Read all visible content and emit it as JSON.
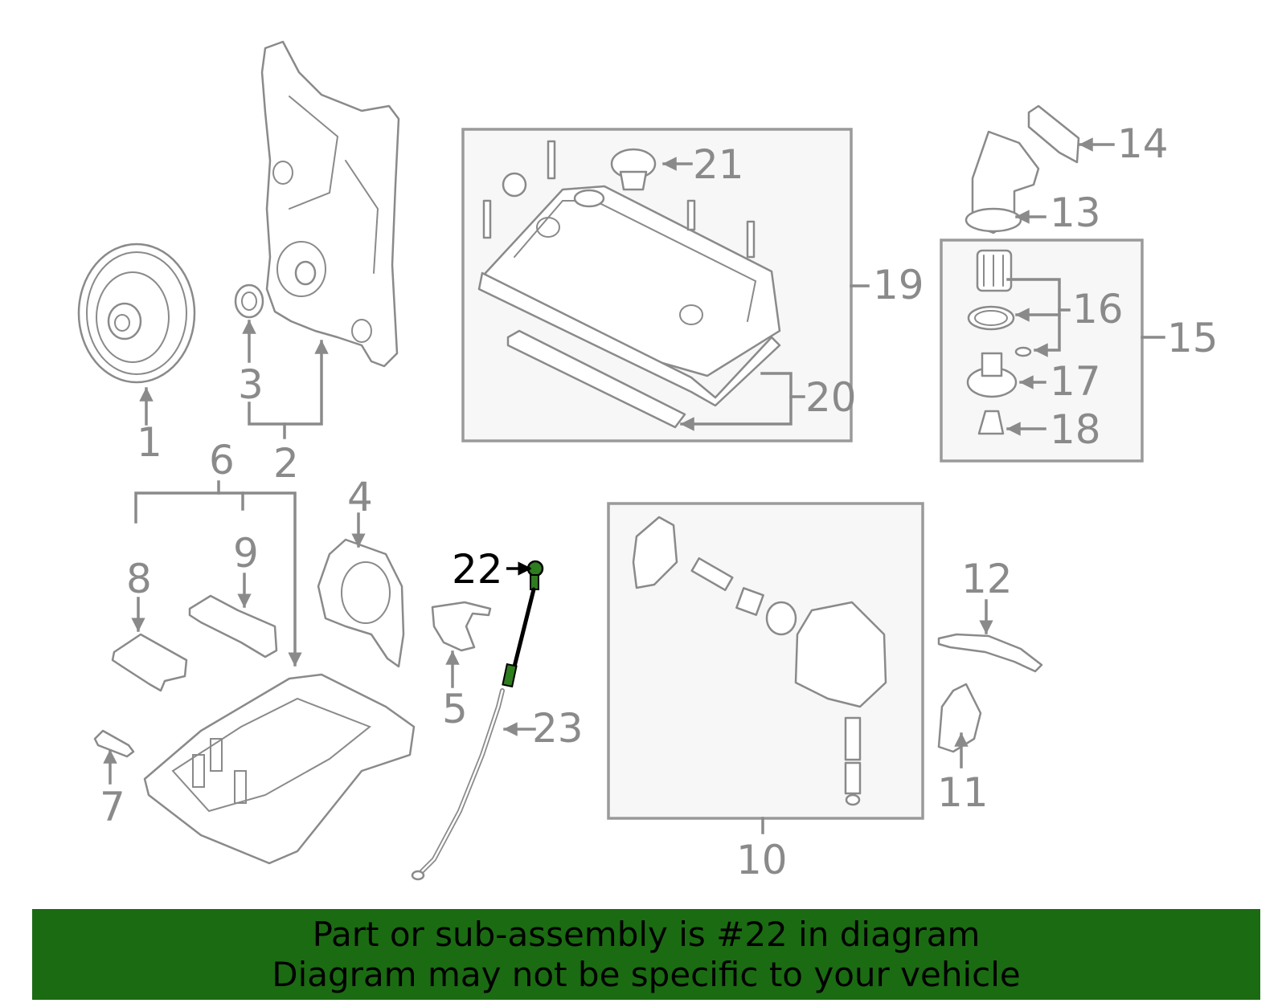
{
  "callouts": {
    "c1": "1",
    "c2": "2",
    "c3": "3",
    "c4": "4",
    "c5": "5",
    "c6": "6",
    "c7": "7",
    "c8": "8",
    "c9": "9",
    "c10": "10",
    "c11": "11",
    "c12": "12",
    "c13": "13",
    "c14": "14",
    "c15": "15",
    "c16": "16",
    "c17": "17",
    "c18": "18",
    "c19": "19",
    "c20": "20",
    "c21": "21",
    "c22": "22",
    "c23": "23"
  },
  "highlighted_part": "22",
  "colors": {
    "line_art": "#8a8a8a",
    "highlight_part": "#2e7d1e",
    "banner_background": "#1b6b12",
    "banner_text": "#000000"
  },
  "banner": {
    "line1": "Part or sub-assembly is #22 in diagram",
    "line2": "Diagram may not be specific to your vehicle"
  }
}
